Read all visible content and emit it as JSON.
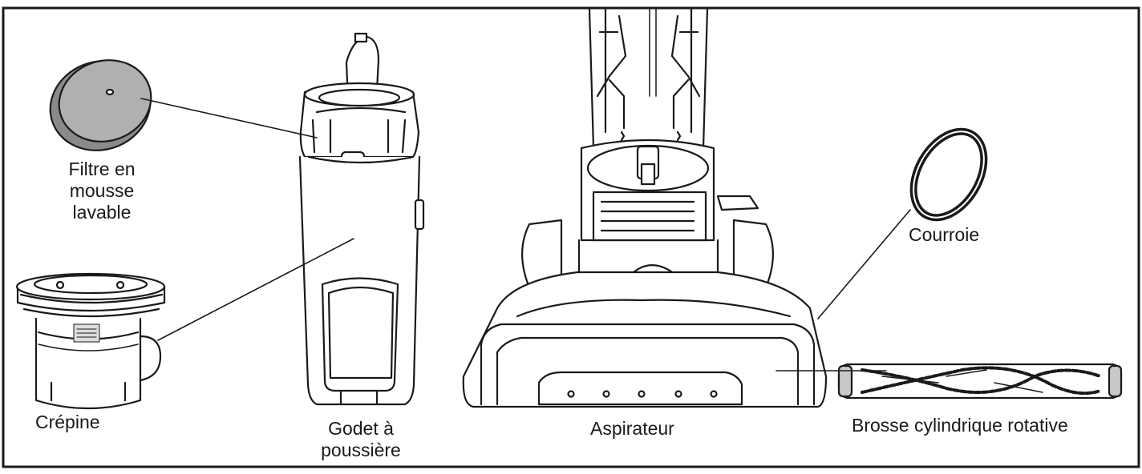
{
  "labels": {
    "foam_filter": [
      "Filtre en",
      "mousse",
      "lavable"
    ],
    "strainer": "Crépine",
    "dust_cup": [
      "Godet à",
      "poussière"
    ],
    "vacuum": "Aspirateur",
    "belt": "Courroie",
    "brushroll": "Brosse cylindrique rotative"
  }
}
